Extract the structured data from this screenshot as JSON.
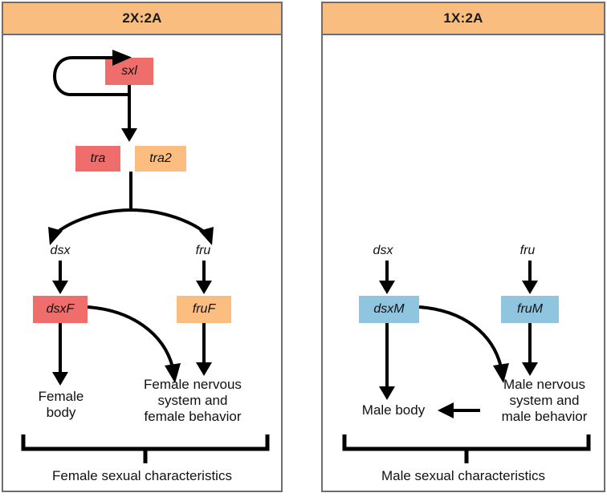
{
  "figure": {
    "title": "Drosophila sex determination pathway",
    "colors": {
      "box_red": "#ef6e6c",
      "box_orange": "#fbbe80",
      "box_blue": "#8fc5de",
      "header_bar": "#f9bd80",
      "panel_border": "#6e6e72",
      "arrow": "#000000"
    }
  },
  "panels": [
    {
      "id": "female",
      "header": "2X:2A",
      "genes": [
        {
          "name": "sxl",
          "style": "red"
        },
        {
          "name": "tra",
          "style": "red"
        },
        {
          "name": "tra2",
          "style": "orange"
        },
        {
          "name": "dsxF",
          "style": "red"
        },
        {
          "name": "fruF",
          "style": "orange"
        }
      ],
      "plain_genes": [
        {
          "name": "dsx"
        },
        {
          "name": "fru"
        }
      ],
      "outcomes": [
        {
          "lines": [
            "Female",
            "body"
          ]
        },
        {
          "lines": [
            "Female nervous",
            "system and",
            "female behavior"
          ]
        }
      ],
      "caption": "Female sexual characteristics"
    },
    {
      "id": "male",
      "header": "1X:2A",
      "genes": [
        {
          "name": "dsxM",
          "style": "blue"
        },
        {
          "name": "fruM",
          "style": "blue"
        }
      ],
      "plain_genes": [
        {
          "name": "dsx"
        },
        {
          "name": "fru"
        }
      ],
      "outcomes": [
        {
          "lines": [
            "Male body"
          ]
        },
        {
          "lines": [
            "Male nervous",
            "system and",
            "male behavior"
          ]
        }
      ],
      "caption": "Male sexual characteristics"
    }
  ],
  "chart_data": {
    "type": "diagram",
    "title": "Drosophila sex determination: 2X:2A versus 1X:2A",
    "nodes": [
      {
        "panel": "female",
        "id": "sxl",
        "label": "sxl",
        "shape": "box",
        "color": "#ef6e6c"
      },
      {
        "panel": "female",
        "id": "tra",
        "label": "tra",
        "shape": "box",
        "color": "#ef6e6c"
      },
      {
        "panel": "female",
        "id": "tra2",
        "label": "tra2",
        "shape": "box",
        "color": "#fbbe80"
      },
      {
        "panel": "female",
        "id": "dsx",
        "label": "dsx",
        "shape": "plain",
        "color": "none"
      },
      {
        "panel": "female",
        "id": "fru",
        "label": "fru",
        "shape": "plain",
        "color": "none"
      },
      {
        "panel": "female",
        "id": "dsxF",
        "label": "dsxF",
        "shape": "box",
        "color": "#ef6e6c"
      },
      {
        "panel": "female",
        "id": "fruF",
        "label": "fruF",
        "shape": "box",
        "color": "#fbbe80"
      },
      {
        "panel": "female",
        "id": "female-body",
        "label": "Female body",
        "shape": "text",
        "color": "none"
      },
      {
        "panel": "female",
        "id": "female-ns",
        "label": "Female nervous system and female behavior",
        "shape": "text",
        "color": "none"
      },
      {
        "panel": "male",
        "id": "dsx",
        "label": "dsx",
        "shape": "plain",
        "color": "none"
      },
      {
        "panel": "male",
        "id": "fru",
        "label": "fru",
        "shape": "plain",
        "color": "none"
      },
      {
        "panel": "male",
        "id": "dsxM",
        "label": "dsxM",
        "shape": "box",
        "color": "#8fc5de"
      },
      {
        "panel": "male",
        "id": "fruM",
        "label": "fruM",
        "shape": "box",
        "color": "#8fc5de"
      },
      {
        "panel": "male",
        "id": "male-body",
        "label": "Male body",
        "shape": "text",
        "color": "none"
      },
      {
        "panel": "male",
        "id": "male-ns",
        "label": "Male nervous system and male behavior",
        "shape": "text",
        "color": "none"
      }
    ],
    "edges": [
      {
        "panel": "female",
        "from": "sxl",
        "to": "sxl",
        "kind": "self-loop"
      },
      {
        "panel": "female",
        "from": "sxl",
        "to": "tra",
        "kind": "straight"
      },
      {
        "panel": "female",
        "from": "tra",
        "to": "dsx",
        "kind": "curved-split"
      },
      {
        "panel": "female",
        "from": "tra",
        "to": "fru",
        "kind": "curved-split"
      },
      {
        "panel": "female",
        "from": "dsx",
        "to": "dsxF",
        "kind": "straight"
      },
      {
        "panel": "female",
        "from": "fru",
        "to": "fruF",
        "kind": "straight"
      },
      {
        "panel": "female",
        "from": "dsxF",
        "to": "female-body",
        "kind": "straight"
      },
      {
        "panel": "female",
        "from": "dsxF",
        "to": "female-ns",
        "kind": "curved"
      },
      {
        "panel": "female",
        "from": "fruF",
        "to": "female-ns",
        "kind": "straight"
      },
      {
        "panel": "male",
        "from": "dsx",
        "to": "dsxM",
        "kind": "straight"
      },
      {
        "panel": "male",
        "from": "fru",
        "to": "fruM",
        "kind": "straight"
      },
      {
        "panel": "male",
        "from": "dsxM",
        "to": "male-body",
        "kind": "straight"
      },
      {
        "panel": "male",
        "from": "dsxM",
        "to": "male-ns",
        "kind": "curved"
      },
      {
        "panel": "male",
        "from": "fruM",
        "to": "male-ns",
        "kind": "straight"
      },
      {
        "panel": "male",
        "from": "male-ns",
        "to": "male-body",
        "kind": "horizontal-left"
      }
    ],
    "brackets": [
      {
        "panel": "female",
        "label": "Female sexual characteristics"
      },
      {
        "panel": "male",
        "label": "Male sexual characteristics"
      }
    ]
  }
}
